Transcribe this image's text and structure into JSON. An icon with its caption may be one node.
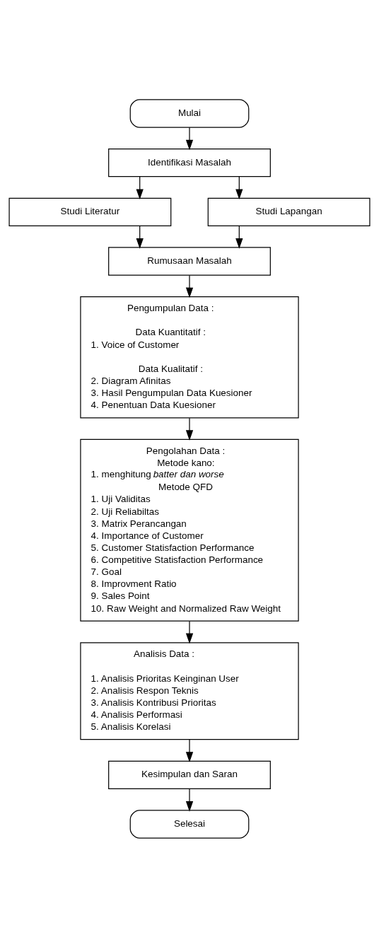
{
  "diagram": {
    "nodes": [
      {
        "text": [
          "Mulai"
        ]
      },
      {
        "text": [
          "Identifikasi Masalah"
        ]
      },
      {
        "text": [
          "Studi Literatur"
        ]
      },
      {
        "text": [
          "Studi Lapangan"
        ]
      },
      {
        "text": [
          "Rumusaan Masalah"
        ]
      },
      {
        "text": [
          "Pengumpulan Data :",
          "Data Kuantitatif :",
          "1. Voice of Customer",
          "Data Kualitatif :",
          "2. Diagram Afinitas",
          "3. Hasil Pengumpulan Data Kuesioner",
          "4. Penentuan Data Kuesioner"
        ]
      },
      {
        "text": [
          "Pengolahan Data :",
          "Metode kano:",
          "1. menghitung *batter dan worse*",
          "Metode QFD",
          "1. Uji Validitas",
          "2. Uji Reliabiltas",
          "3. Matrix Perancangan",
          "4. Importance of Customer",
          "5. Customer Statisfaction Performance",
          "6. Competitive Statisfaction Performance",
          "7. Goal",
          "8. Improvment Ratio",
          "9. Sales Point",
          "10. Raw Weight and Normalized Raw Weight"
        ]
      },
      {
        "text": [
          "Analisis Data :",
          "1. Analisis Prioritas Keinginan User",
          "2. Analisis Respon Teknis",
          "3. Analisis Kontribusi Prioritas",
          "4. Analisis Performasi",
          "5. Analisis Korelasi"
        ]
      },
      {
        "text": [
          "Kesimpulan dan Saran"
        ]
      },
      {
        "text": [
          "Selesai"
        ]
      }
    ],
    "edges": [
      {
        "from": 0,
        "to": 1,
        "arrow": "to"
      },
      {
        "from": 1,
        "to": 2,
        "arrow": "to"
      },
      {
        "from": 1,
        "to": 3,
        "arrow": "to"
      },
      {
        "from": 2,
        "to": 4,
        "arrow": "to"
      },
      {
        "from": 3,
        "to": 4,
        "arrow": "to"
      },
      {
        "from": 4,
        "to": 5,
        "arrow": "to"
      },
      {
        "from": 5,
        "to": 6,
        "arrow": "to"
      },
      {
        "from": 6,
        "to": 7,
        "arrow": "to"
      },
      {
        "from": 7,
        "to": 8,
        "arrow": "to"
      },
      {
        "from": 8,
        "to": 9,
        "arrow": "to"
      }
    ]
  }
}
